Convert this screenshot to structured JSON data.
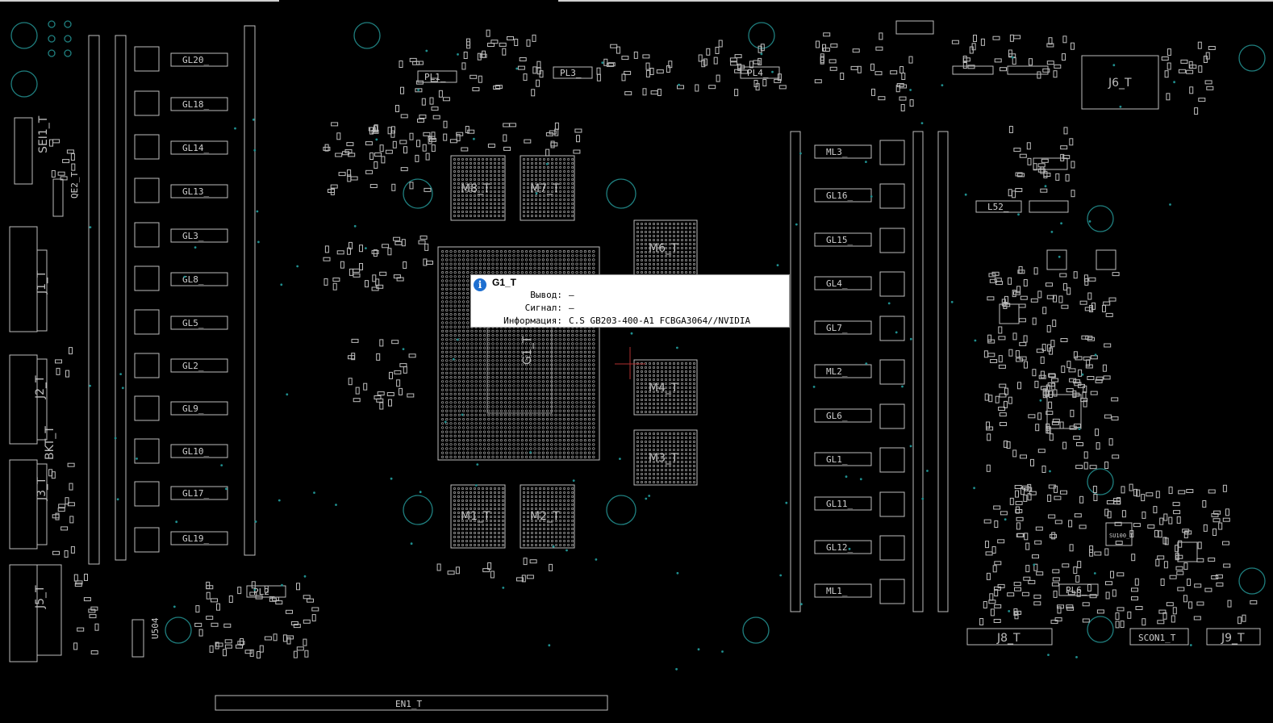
{
  "tooltip": {
    "title": "G1_T",
    "rows": [
      {
        "key": "Вывод:",
        "value": "—"
      },
      {
        "key": "Сигнал:",
        "value": "—"
      },
      {
        "key": "Информация:",
        "value": "C.S GB203-400-A1 FCBGA3064//NVIDIA"
      }
    ],
    "icon": "info-icon"
  },
  "refdes": {
    "gl20": "GL20_",
    "gl18": "GL18_",
    "gl14": "GL14_",
    "gl13": "GL13_",
    "gl3": "GL3_",
    "gl8": "GL8_",
    "gl5": "GL5_",
    "gl2": "GL2_",
    "gl9": "GL9_",
    "gl10": "GL10_",
    "gl17": "GL17_",
    "gl19": "GL19_",
    "ml3": "ML3_",
    "gl16": "GL16_",
    "gl15": "GL15_",
    "gl4": "GL4_",
    "gl7": "GL7_",
    "ml2": "ML2_",
    "gl6": "GL6_",
    "gl1": "GL1_",
    "gl11": "GL11_",
    "gl12": "GL12_",
    "ml1": "ML1_",
    "pl1": "PL1_",
    "pl3": "PL3_",
    "pl4": "PL4_",
    "pl2": "PL2_",
    "pl6": "PL6_",
    "l52": "L52_",
    "m8": "M8_T",
    "m7": "M7_T",
    "m6": "M6_T",
    "m4": "M4_T",
    "m3": "M3_T",
    "m1": "M1_T",
    "m2": "M2_T",
    "g1": "G1_T",
    "j1": "J1_T",
    "j2": "J2_T",
    "bkt": "BKT_T",
    "j3": "J3_T",
    "j5": "J5_T",
    "sei": "SEI1_T",
    "j6": "J6_T",
    "j8": "J8_T",
    "j9": "J9_T",
    "scon": "SCON1_T",
    "en": "EN1_T",
    "qe": "QE2_T",
    "u504": "U504",
    "su": "SU100_T"
  },
  "colors": {
    "background": "#000000",
    "outline": "#bdbdbd",
    "hole": "#1f7f7f",
    "cursor": "#b03030",
    "tooltip_bg": "#ffffff"
  }
}
